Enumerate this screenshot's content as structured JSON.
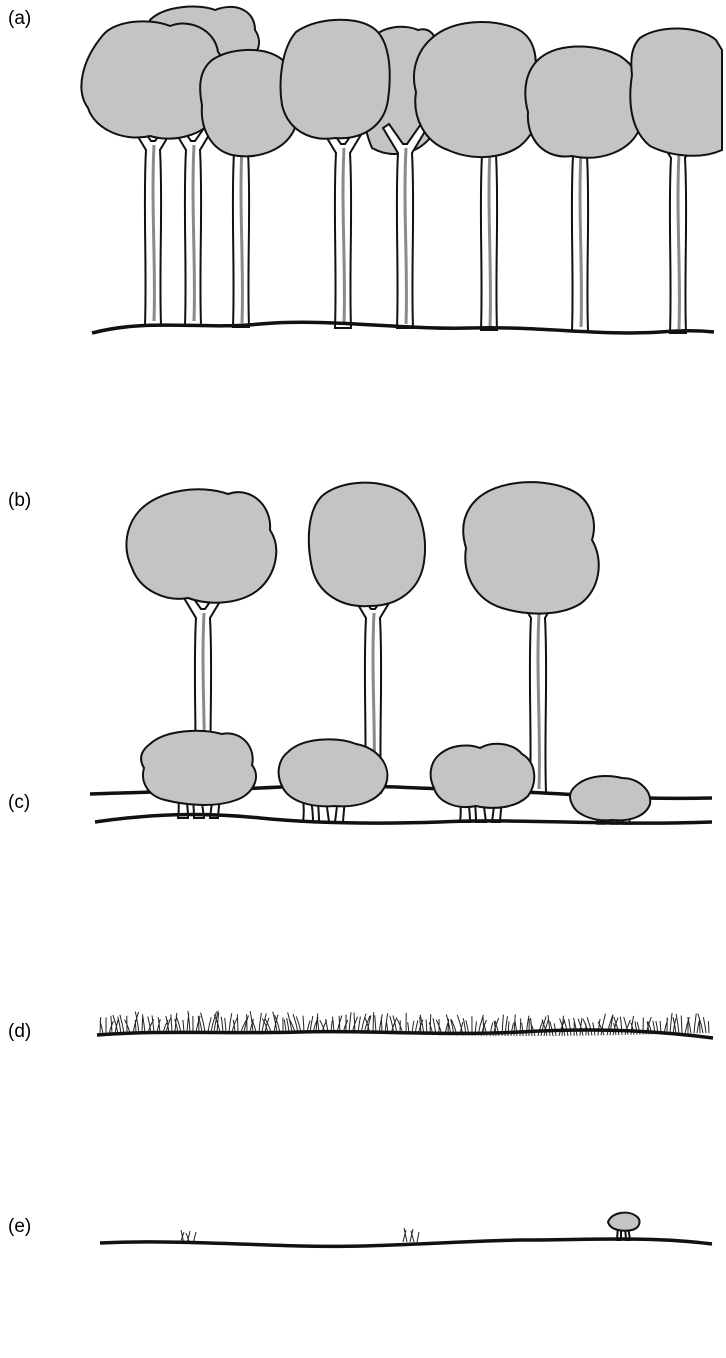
{
  "panels": [
    {
      "id": "a",
      "label": "(a)"
    },
    {
      "id": "b",
      "label": "(b)"
    },
    {
      "id": "c",
      "label": "(c)"
    },
    {
      "id": "d",
      "label": "(d)"
    },
    {
      "id": "e",
      "label": "(e)"
    }
  ],
  "colors": {
    "crown": "#c4c4c4",
    "outline": "#111111",
    "trunk_core": "#8a8a8a"
  }
}
